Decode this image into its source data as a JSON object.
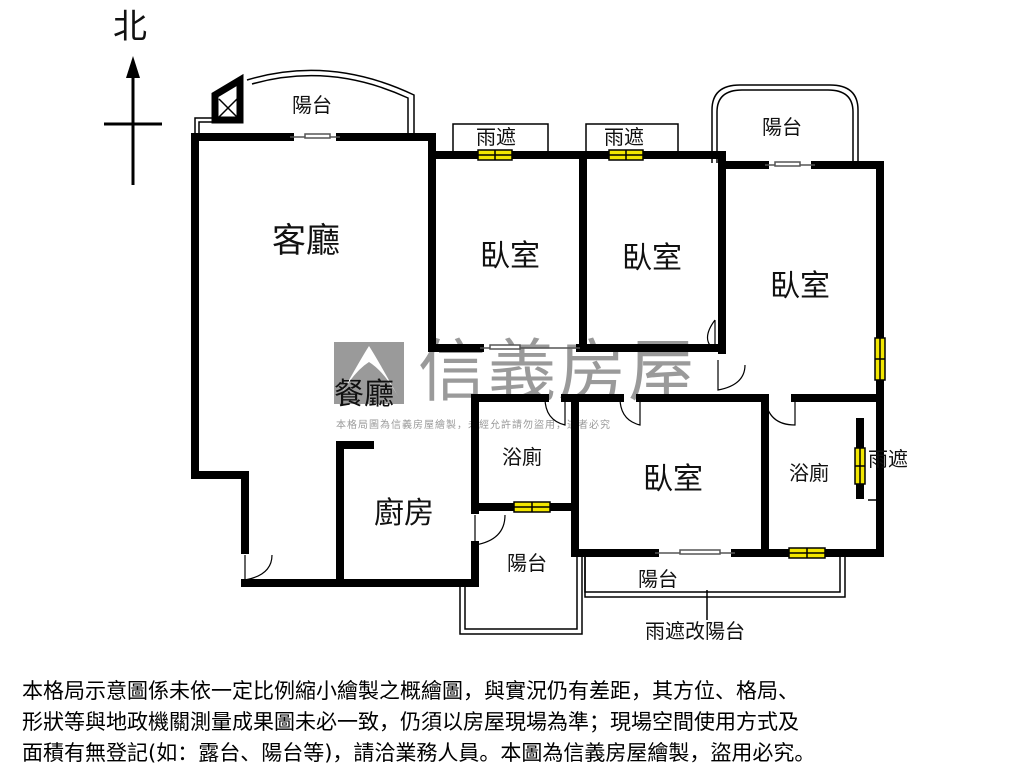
{
  "compass": {
    "north": "北"
  },
  "rooms": {
    "living": "客廳",
    "dining": "餐廳",
    "kitchen": "廚房",
    "bedroom1": "臥室",
    "bedroom2": "臥室",
    "bedroom3": "臥室",
    "bedroom4": "臥室",
    "bath1": "浴廁",
    "bath2": "浴廁"
  },
  "outdoor": {
    "balcony_top_left": "陽台",
    "balcony_top_right": "陽台",
    "balcony_kitchen": "陽台",
    "balcony_bottom": "陽台",
    "canopy1": "雨遮",
    "canopy2": "雨遮",
    "canopy_right": "雨遮",
    "canopy_converted": "雨遮改陽台"
  },
  "watermark": {
    "brand": "信義房屋",
    "notice": "本格局圖為信義房屋繪製，未經允許請勿盜用，違者必究"
  },
  "disclaimer": [
    "本格局示意圖係未依一定比例縮小繪製之概繪圖，與實況仍有差距，其方位、格局、",
    "形狀等與地政機關測量成果圖未必一致，仍須以房屋現場為準；現場空間使用方式及",
    "面積有無登記(如：露台、陽台等)，請洽業務人員。本圖為信義房屋繪製，盜用必究。"
  ],
  "colors": {
    "wall": "#000000",
    "window": "#f2e600",
    "watermark": "#9a9a9a"
  }
}
